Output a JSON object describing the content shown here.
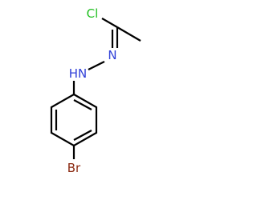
{
  "molecule": {
    "atoms": {
      "chlorine": "Cl",
      "imine_nitrogen": "N",
      "amine_nh": "HN",
      "bromine": "Br"
    },
    "colors": {
      "bond": "#000000",
      "chlorine": "#1fbf1f",
      "nitrogen": "#3040d8",
      "bromine": "#8b2a12"
    }
  }
}
